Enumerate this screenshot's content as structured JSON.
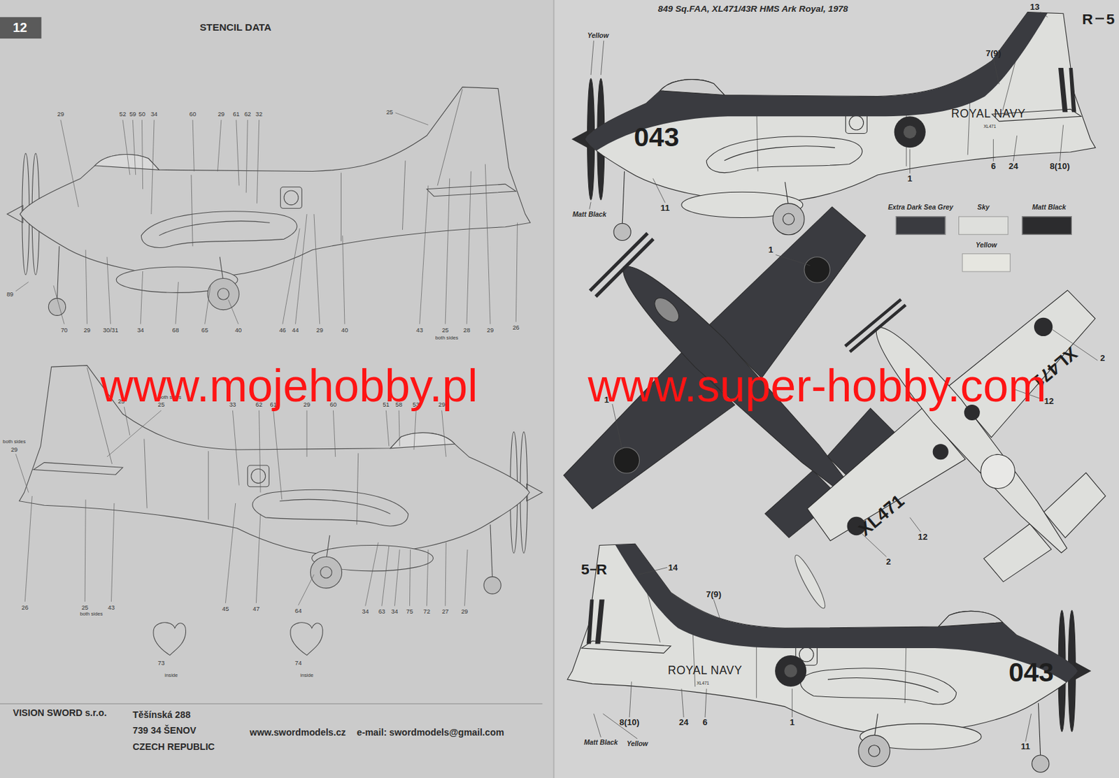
{
  "diagram": {
    "title": "STENCIL DATA",
    "labels": [
      "12",
      "29",
      "52",
      "59",
      "50",
      "34",
      "60",
      "29",
      "61",
      "62",
      "32",
      "25",
      "89",
      "70",
      "29",
      "30/31",
      "34",
      "68",
      "65",
      "40",
      "46",
      "44",
      "29",
      "40",
      "43",
      "25",
      "28",
      "29",
      "26",
      "both sides",
      "25",
      "both sides",
      "25",
      "33",
      "62",
      "61",
      "29",
      "60",
      "51",
      "58",
      "53",
      "29",
      "both sides",
      "29",
      "26",
      "25",
      "both sides",
      "43",
      "45",
      "47",
      "64",
      "34",
      "63",
      "34",
      "75",
      "72",
      "27",
      "29",
      "73",
      "inside",
      "74",
      "inside",
      "VISION SWORD s.r.o.",
      "Těšínská 288",
      "739 34 ŠENOV",
      "CZECH REPUBLIC",
      "www.swordmodels.cz",
      "e-mail: swordmodels@gmail.com",
      "849 Sq.FAA, XL471/43R HMS Ark Royal, 1978",
      "Yellow",
      "Matt Black",
      "13",
      "R",
      "5",
      "7(9)",
      "043",
      "ROYAL NAVY",
      "XL471",
      "1",
      "6",
      "24",
      "8(10)",
      "11",
      "1",
      "1",
      "XL471",
      "2",
      "12",
      "XL471",
      "12",
      "2",
      "5",
      "R",
      "14",
      "7(9)",
      "ROYAL NAVY",
      "XL471",
      "043",
      "1",
      "8(10)",
      "24",
      "6",
      "11",
      "Matt Black",
      "Yellow",
      "www.mojehobby.pl",
      "www.super-hobby.com"
    ],
    "legend": [
      {
        "text": "Extra Dark Sea Grey",
        "color": "#3a3b40"
      },
      {
        "text": "Sky",
        "color": "#dedfdc"
      },
      {
        "text": "Matt Black",
        "color": "#2c2c2e"
      },
      {
        "text": "Yellow",
        "color": "#e6e6e0"
      }
    ]
  }
}
